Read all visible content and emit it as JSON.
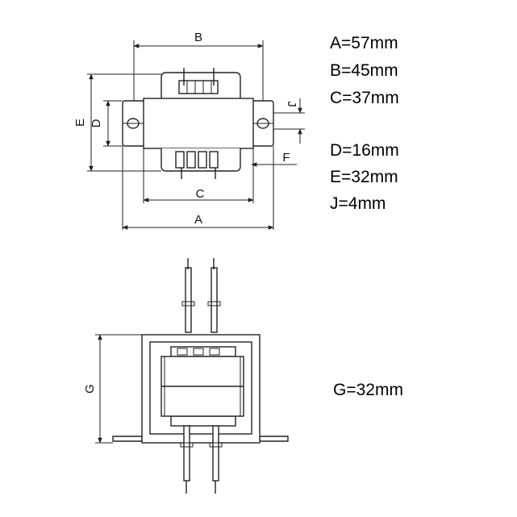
{
  "dimension_labels": {
    "top_view": [
      "B",
      "E",
      "D",
      "J",
      "F",
      "C",
      "A"
    ],
    "front_view": [
      "G"
    ]
  },
  "specs": [
    "A=57mm",
    "B=45mm",
    "C=37mm",
    "D=16mm",
    "E=32mm",
    "J=4mm",
    "G=32mm"
  ]
}
